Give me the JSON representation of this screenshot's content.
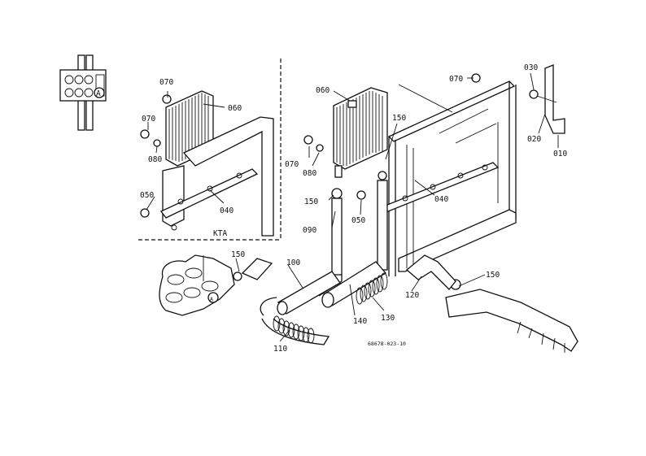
{
  "diagram": {
    "inset_label": "KTA",
    "drawing_code": "68678-023-10",
    "legend_marker": "A",
    "part_labels": {
      "p010": "010",
      "p020": "020",
      "p030": "030",
      "p040_main": "040",
      "p040_inset": "040",
      "p050_main": "050",
      "p050_inset": "050",
      "p060_main": "060",
      "p060_inset": "060",
      "p070_main_top": "070",
      "p070_main_left": "070",
      "p070_inset_top": "070",
      "p070_inset_left": "070",
      "p080_main": "080",
      "p080_inset": "080",
      "p090": "090",
      "p100": "100",
      "p110": "110",
      "p120": "120",
      "p130": "130",
      "p140": "140",
      "p150_main_top": "150",
      "p150_main_mid": "150",
      "p150_left": "150",
      "p150_right": "150"
    }
  }
}
